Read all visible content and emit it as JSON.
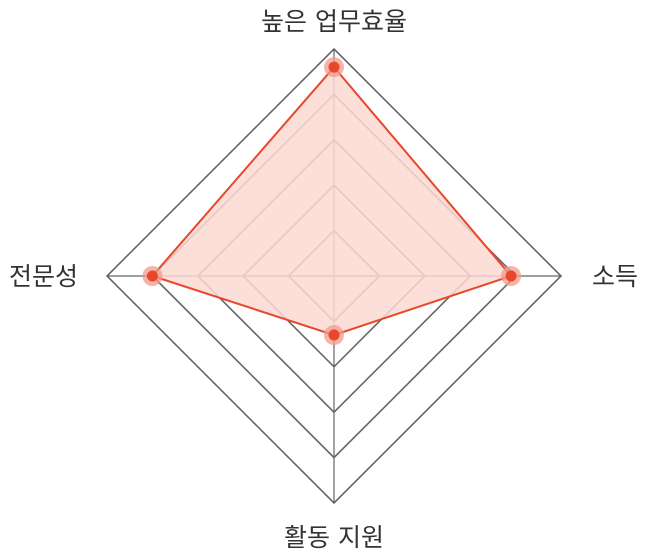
{
  "chart_data": {
    "type": "radar",
    "axes": [
      "높은 업무효율",
      "소득",
      "활동 지원",
      "전문성"
    ],
    "rlim": [
      0,
      5
    ],
    "grid_levels": [
      1,
      2,
      3,
      4,
      5
    ],
    "grid": true,
    "series": [
      {
        "values": [
          4.6,
          3.9,
          1.3,
          4.0
        ]
      }
    ],
    "colors": {
      "grid": "#666666",
      "series_line": "#e8472c",
      "series_fill": "#fcd9d2",
      "marker": "#e8472c",
      "marker_halo": "#f19b8b",
      "label": "#333333"
    }
  }
}
